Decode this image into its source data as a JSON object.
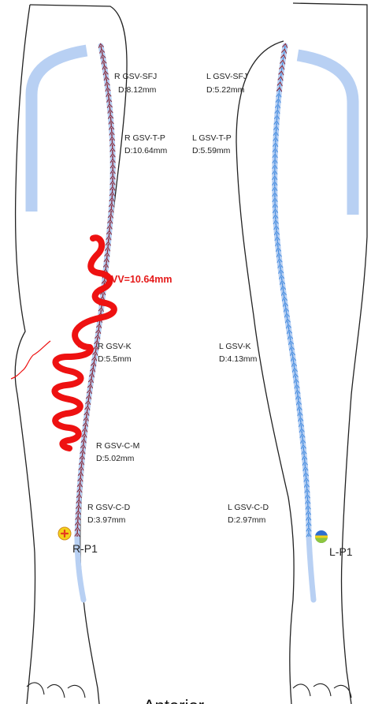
{
  "diagram": {
    "colors": {
      "outline": "#222222",
      "deep_vein": "#b8d0f3",
      "right_gsv": "#8b2a3a",
      "left_gsv": "#4a8fe0",
      "varicose": "#ee1111",
      "marker_red": "#e53b20",
      "marker_yellow": "#f3d21a",
      "marker_blue": "#2f6fd1",
      "marker_green": "#8dc63f"
    },
    "labels": {
      "r_sfj": "R GSV-SFJ",
      "r_sfj_d": "D:8.12mm",
      "l_sfj": "L GSV-SFJ",
      "l_sfj_d": "D:5.22mm",
      "r_tp": "R GSV-T-P",
      "r_tp_d": "D:10.64mm",
      "l_tp": "L GSV-T-P",
      "l_tp_d": "D:5.59mm",
      "vv": "VV=10.64mm",
      "r_k": "R GSV-K",
      "r_k_d": "D:5.5mm",
      "l_k": "L GSV-K",
      "l_k_d": "D:4.13mm",
      "r_cm": "R GSV-C-M",
      "r_cm_d": "D:5.02mm",
      "r_cd": "R GSV-C-D",
      "r_cd_d": "D:3.97mm",
      "l_cd": "L GSV-C-D",
      "l_cd_d": "D:2.97mm",
      "r_p1": "R-P1",
      "l_p1": "L-P1",
      "bottom": "Anterior"
    }
  }
}
